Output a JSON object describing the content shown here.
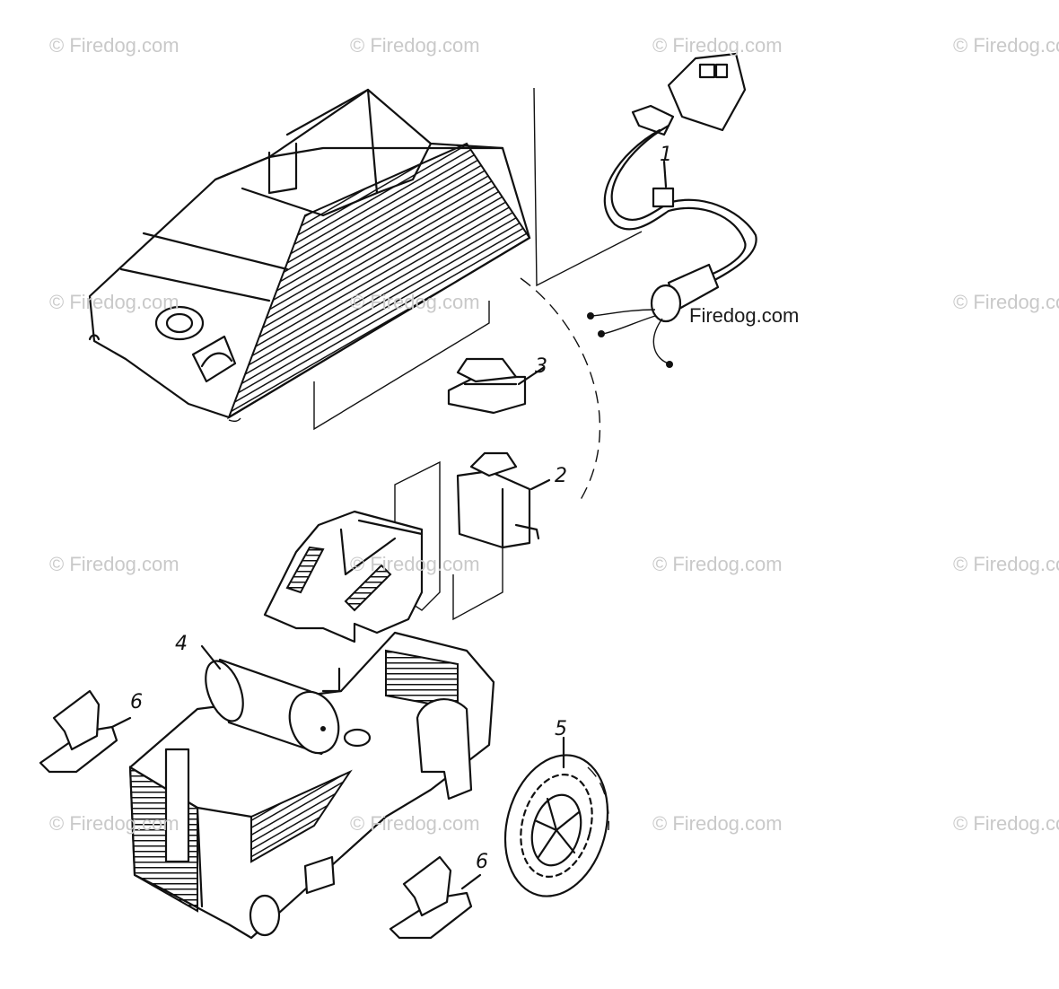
{
  "watermark": "© Firedog.com",
  "inline_watermark": "Firedog.com",
  "callouts": [
    "1",
    "2",
    "3",
    "4",
    "5",
    "6",
    "6"
  ],
  "parts": [
    {
      "name": "top-housing-icon"
    },
    {
      "name": "power-cord-icon"
    },
    {
      "name": "switch-cover-icon"
    },
    {
      "name": "switch-icon"
    },
    {
      "name": "handle-frame-icon"
    },
    {
      "name": "capacitor-icon"
    },
    {
      "name": "base-housing-icon"
    },
    {
      "name": "wheel-icon"
    },
    {
      "name": "foot-icon"
    }
  ]
}
